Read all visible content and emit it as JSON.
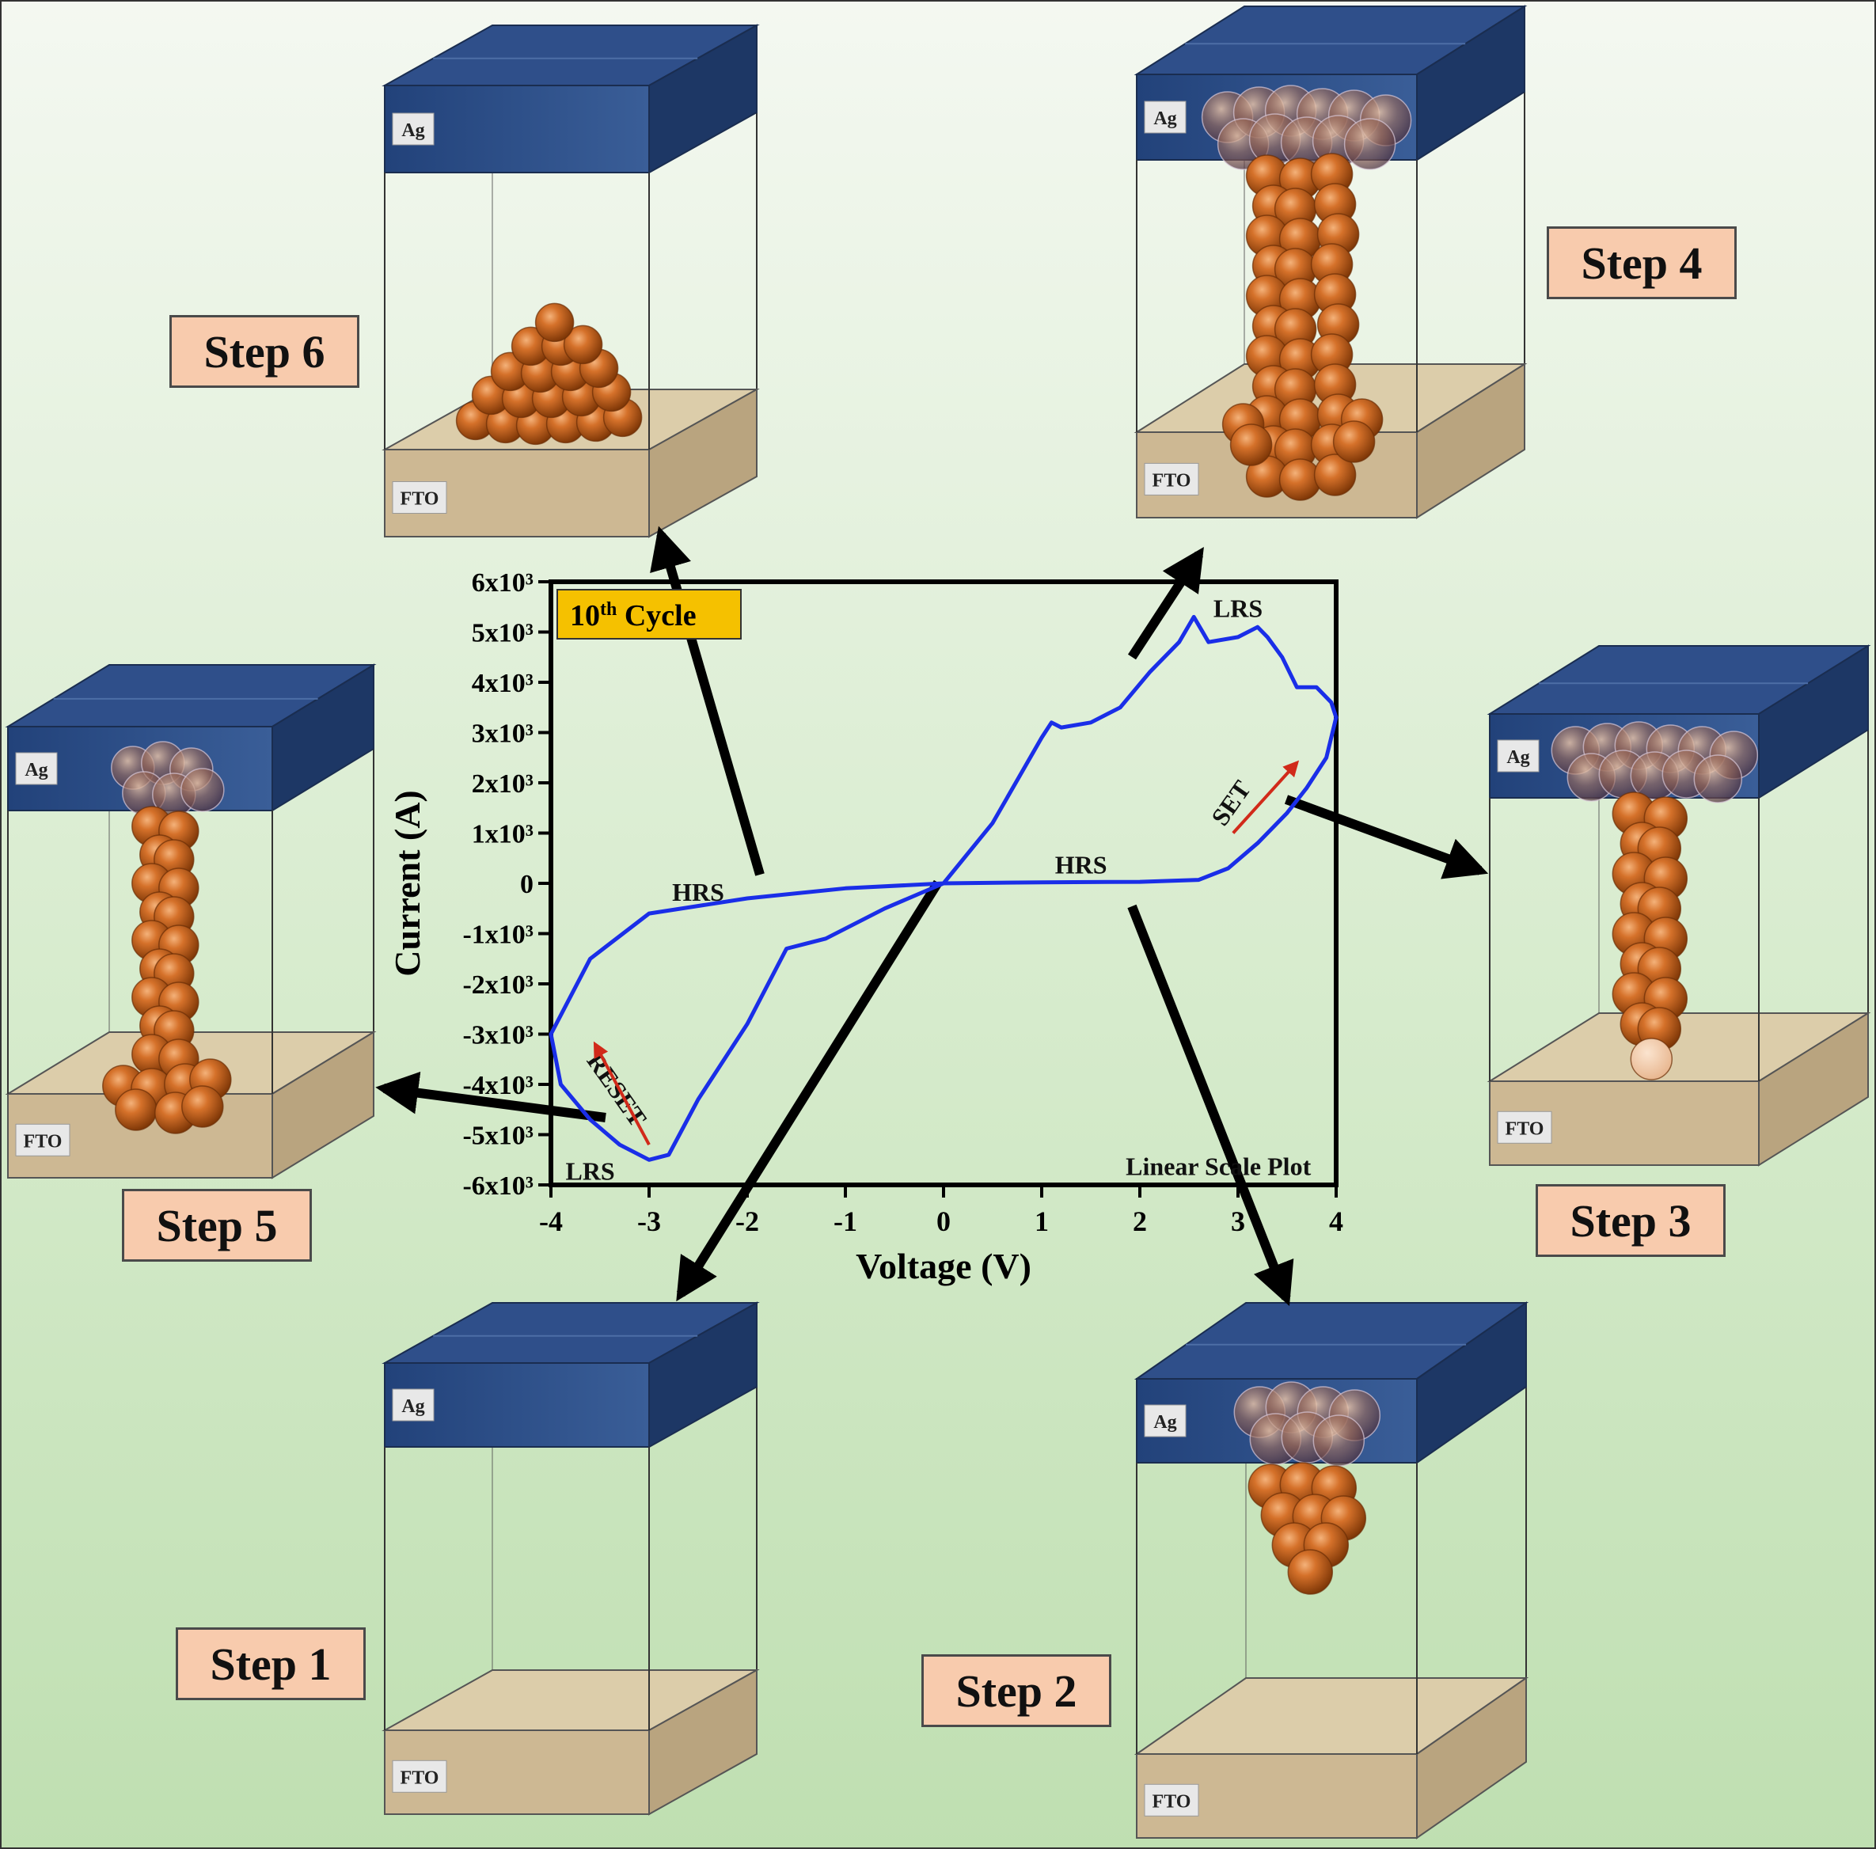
{
  "steps": [
    {
      "id": 1,
      "label": "Step 1",
      "filament": "none"
    },
    {
      "id": 2,
      "label": "Step 2",
      "filament": "partial-from-top"
    },
    {
      "id": 3,
      "label": "Step 3",
      "filament": "near-complete"
    },
    {
      "id": 4,
      "label": "Step 4",
      "filament": "complete"
    },
    {
      "id": 5,
      "label": "Step 5",
      "filament": "complete-thin"
    },
    {
      "id": 6,
      "label": "Step 6",
      "filament": "ruptured-pile-at-bottom"
    }
  ],
  "electrodes": {
    "top": "Ag",
    "bottom": "FTO"
  },
  "chart_data": {
    "type": "line",
    "inset_label": "10",
    "inset_label_sup": "th",
    "inset_label_rest": " Cycle",
    "xlabel": "Voltage (V)",
    "ylabel": "Current (A)",
    "xlim": [
      -4,
      4
    ],
    "ylim": [
      -6,
      6
    ],
    "x_ticks": [
      "-4",
      "-3",
      "-2",
      "-1",
      "0",
      "1",
      "2",
      "3",
      "4"
    ],
    "y_ticks": [
      "6x10³",
      "5x10³",
      "4x10³",
      "3x10³",
      "2x10³",
      "1x10³",
      "0",
      "-1x10³",
      "-2x10³",
      "-3x10³",
      "-4x10³",
      "-5x10³",
      "-6x10³"
    ],
    "annotations": [
      "HRS",
      "HRS",
      "LRS",
      "LRS",
      "SET",
      "RESET",
      "Linear Scale Plot"
    ],
    "series": [
      {
        "color": "#1a2ee8",
        "x": [
          0,
          0.5,
          1.0,
          1.1,
          1.2,
          1.5,
          1.8,
          2.1,
          2.4,
          2.55,
          2.7,
          3.0,
          3.2,
          3.3,
          3.45,
          3.6,
          3.8,
          3.95,
          4.0,
          3.9,
          3.7,
          3.5,
          3.2,
          2.9,
          2.6,
          2.0,
          1.0,
          0,
          -1.0,
          -2.0,
          -3.0,
          -3.6,
          -4.0,
          -3.9,
          -3.6,
          -3.3,
          -3.0,
          -2.8,
          -2.5,
          -2.0,
          -1.6,
          -1.2,
          -0.6,
          0
        ],
        "y": [
          0,
          1.2,
          2.9,
          3.2,
          3.1,
          3.2,
          3.5,
          4.2,
          4.8,
          5.3,
          4.8,
          4.9,
          5.1,
          4.9,
          4.5,
          3.9,
          3.9,
          3.6,
          3.3,
          2.5,
          1.9,
          1.4,
          0.8,
          0.3,
          0.07,
          0.03,
          0.02,
          0,
          -0.1,
          -0.3,
          -0.6,
          -1.5,
          -3.0,
          -4.0,
          -4.7,
          -5.2,
          -5.5,
          -5.4,
          -4.3,
          -2.8,
          -1.3,
          -1.1,
          -0.5,
          0
        ]
      }
    ]
  },
  "colors": {
    "background_top": "#f4f8f1",
    "background_bottom": "#bfdfb1",
    "step_label_fill": "#f8cbad",
    "inset_fill": "#f5c100",
    "electrode_top": "#2b4a82",
    "electrode_bottom": "#d7c6a4",
    "sphere": "#c4601c",
    "arrow": "#000000"
  }
}
